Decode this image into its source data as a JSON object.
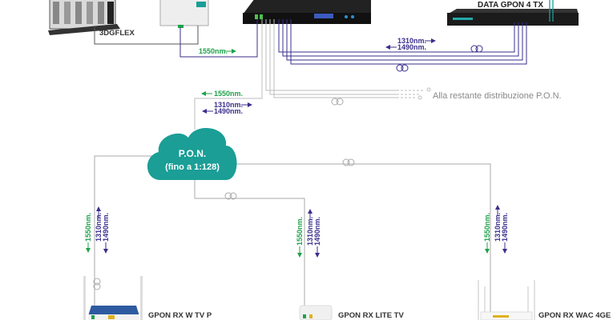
{
  "devices": {
    "headend": "3DGFLEX",
    "switch": "DATA GPON 4 TX",
    "onu_1": "GPON RX W TV P",
    "onu_2": "GPON RX LITE TV",
    "onu_3": "GPON RX WAC 4GE"
  },
  "wavelengths": {
    "tv": "1550nm.",
    "up": "1310nm.",
    "down": "1490nm."
  },
  "cloud": {
    "title": "P.O.N.",
    "subtitle": "(fino a 1:128)",
    "color": "#1a9e96"
  },
  "note": "Alla restante distribuzione P.O.N.",
  "colors": {
    "tv": "#1fa24a",
    "data": "#3a2f8c",
    "fiber": "#b5b5b5"
  }
}
